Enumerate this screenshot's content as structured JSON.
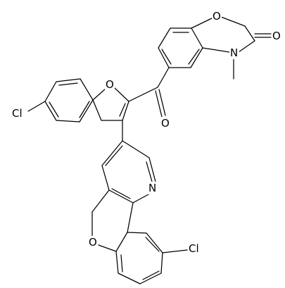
{
  "atoms": {
    "o_oxazine": "O",
    "o_ketone_ring": "O",
    "n_methyl": "N",
    "methyl_substituent": "",
    "o_furan": "O",
    "o_carbonyl_bridge": "O",
    "cl_benzofuran": "Cl",
    "n_pyridine": "N",
    "o_chromene": "O",
    "cl_chromene": "Cl"
  }
}
